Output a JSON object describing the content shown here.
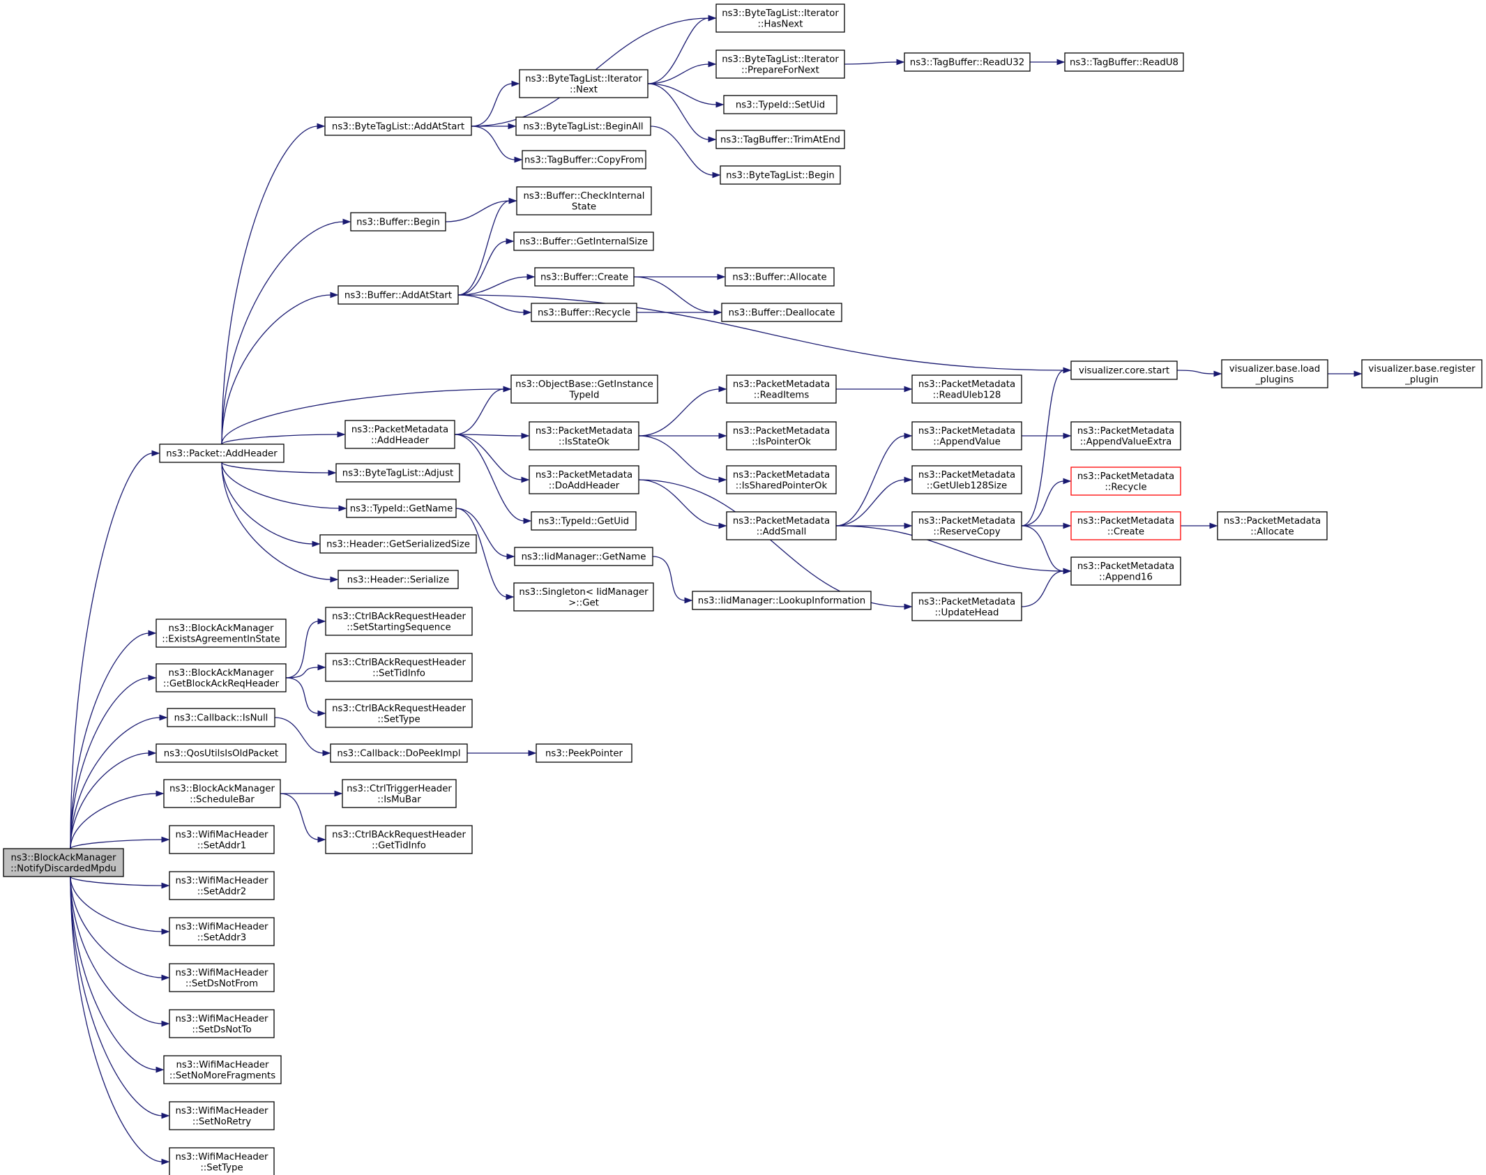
{
  "diagram": {
    "colors": {
      "edge": "#191970",
      "root_fill": "#bfbfbf",
      "border": "#000000",
      "truncated_border": "#ff0000"
    },
    "nodes": [
      {
        "id": "root",
        "lines": [
          "ns3::BlockAckManager",
          "::NotifyDiscardedMpdu"
        ],
        "kind": "root"
      },
      {
        "id": "addHeader",
        "lines": [
          "ns3::Packet::AddHeader"
        ]
      },
      {
        "id": "existsAgreement",
        "lines": [
          "ns3::BlockAckManager",
          "::ExistsAgreementInState"
        ]
      },
      {
        "id": "getBarHeader",
        "lines": [
          "ns3::BlockAckManager",
          "::GetBlockAckReqHeader"
        ]
      },
      {
        "id": "cbIsNull",
        "lines": [
          "ns3::Callback::IsNull"
        ]
      },
      {
        "id": "qosOld",
        "lines": [
          "ns3::QosUtilsIsOldPacket"
        ]
      },
      {
        "id": "scheduleBar",
        "lines": [
          "ns3::BlockAckManager",
          "::ScheduleBar"
        ]
      },
      {
        "id": "setAddr1",
        "lines": [
          "ns3::WifiMacHeader",
          "::SetAddr1"
        ]
      },
      {
        "id": "setAddr2",
        "lines": [
          "ns3::WifiMacHeader",
          "::SetAddr2"
        ]
      },
      {
        "id": "setAddr3",
        "lines": [
          "ns3::WifiMacHeader",
          "::SetAddr3"
        ]
      },
      {
        "id": "setDsNotFrom",
        "lines": [
          "ns3::WifiMacHeader",
          "::SetDsNotFrom"
        ]
      },
      {
        "id": "setDsNotTo",
        "lines": [
          "ns3::WifiMacHeader",
          "::SetDsNotTo"
        ]
      },
      {
        "id": "setNoMoreFrag",
        "lines": [
          "ns3::WifiMacHeader",
          "::SetNoMoreFragments"
        ]
      },
      {
        "id": "setNoRetry",
        "lines": [
          "ns3::WifiMacHeader",
          "::SetNoRetry"
        ]
      },
      {
        "id": "setType",
        "lines": [
          "ns3::WifiMacHeader",
          "::SetType"
        ]
      },
      {
        "id": "btlAddAtStart",
        "lines": [
          "ns3::ByteTagList::AddAtStart"
        ]
      },
      {
        "id": "bufBegin",
        "lines": [
          "ns3::Buffer::Begin"
        ]
      },
      {
        "id": "bufAddAtStart",
        "lines": [
          "ns3::Buffer::AddAtStart"
        ]
      },
      {
        "id": "pmAddHeader",
        "lines": [
          "ns3::PacketMetadata",
          "::AddHeader"
        ]
      },
      {
        "id": "btlAdjust",
        "lines": [
          "ns3::ByteTagList::Adjust"
        ]
      },
      {
        "id": "typeIdGetName",
        "lines": [
          "ns3::TypeId::GetName"
        ]
      },
      {
        "id": "hdrGetSerSize",
        "lines": [
          "ns3::Header::GetSerializedSize"
        ]
      },
      {
        "id": "hdrSerialize",
        "lines": [
          "ns3::Header::Serialize"
        ]
      },
      {
        "id": "ctrlSetStartSeq",
        "lines": [
          "ns3::CtrlBAckRequestHeader",
          "::SetStartingSequence"
        ]
      },
      {
        "id": "ctrlSetTidInfo",
        "lines": [
          "ns3::CtrlBAckRequestHeader",
          "::SetTidInfo"
        ]
      },
      {
        "id": "ctrlSetType",
        "lines": [
          "ns3::CtrlBAckRequestHeader",
          "::SetType"
        ]
      },
      {
        "id": "cbDoPeek",
        "lines": [
          "ns3::Callback::DoPeekImpl"
        ]
      },
      {
        "id": "trigIsMuBar",
        "lines": [
          "ns3::CtrlTriggerHeader",
          "::IsMuBar"
        ]
      },
      {
        "id": "ctrlGetTidInfo",
        "lines": [
          "ns3::CtrlBAckRequestHeader",
          "::GetTidInfo"
        ]
      },
      {
        "id": "btlIterNext",
        "lines": [
          "ns3::ByteTagList::Iterator",
          "::Next"
        ]
      },
      {
        "id": "btlBeginAll",
        "lines": [
          "ns3::ByteTagList::BeginAll"
        ]
      },
      {
        "id": "tbCopyFrom",
        "lines": [
          "ns3::TagBuffer::CopyFrom"
        ]
      },
      {
        "id": "bufCheckInternal",
        "lines": [
          "ns3::Buffer::CheckInternal",
          "State"
        ]
      },
      {
        "id": "bufGetInternalSize",
        "lines": [
          "ns3::Buffer::GetInternalSize"
        ]
      },
      {
        "id": "bufCreate",
        "lines": [
          "ns3::Buffer::Create"
        ]
      },
      {
        "id": "bufRecycle",
        "lines": [
          "ns3::Buffer::Recycle"
        ]
      },
      {
        "id": "objGetInstTypeId",
        "lines": [
          "ns3::ObjectBase::GetInstance",
          "TypeId"
        ]
      },
      {
        "id": "pmIsStateOk",
        "lines": [
          "ns3::PacketMetadata",
          "::IsStateOk"
        ]
      },
      {
        "id": "pmDoAddHeader",
        "lines": [
          "ns3::PacketMetadata",
          "::DoAddHeader"
        ]
      },
      {
        "id": "typeIdGetUid",
        "lines": [
          "ns3::TypeId::GetUid"
        ]
      },
      {
        "id": "iidGetName",
        "lines": [
          "ns3::IidManager::GetName"
        ]
      },
      {
        "id": "singletonGet",
        "lines": [
          "ns3::Singleton< IidManager",
          ">::Get"
        ]
      },
      {
        "id": "peekPointer",
        "lines": [
          "ns3::PeekPointer"
        ]
      },
      {
        "id": "btlIterHasNext",
        "lines": [
          "ns3::ByteTagList::Iterator",
          "::HasNext"
        ]
      },
      {
        "id": "btlIterPrepare",
        "lines": [
          "ns3::ByteTagList::Iterator",
          "::PrepareForNext"
        ]
      },
      {
        "id": "typeIdSetUid",
        "lines": [
          "ns3::TypeId::SetUid"
        ]
      },
      {
        "id": "tbTrimAtEnd",
        "lines": [
          "ns3::TagBuffer::TrimAtEnd"
        ]
      },
      {
        "id": "btlBegin",
        "lines": [
          "ns3::ByteTagList::Begin"
        ]
      },
      {
        "id": "bufAllocate",
        "lines": [
          "ns3::Buffer::Allocate"
        ]
      },
      {
        "id": "bufDeallocate",
        "lines": [
          "ns3::Buffer::Deallocate"
        ]
      },
      {
        "id": "pmReadItems",
        "lines": [
          "ns3::PacketMetadata",
          "::ReadItems"
        ]
      },
      {
        "id": "pmIsPointerOk",
        "lines": [
          "ns3::PacketMetadata",
          "::IsPointerOk"
        ]
      },
      {
        "id": "pmIsSharedPtrOk",
        "lines": [
          "ns3::PacketMetadata",
          "::IsSharedPointerOk"
        ]
      },
      {
        "id": "pmAddSmall",
        "lines": [
          "ns3::PacketMetadata",
          "::AddSmall"
        ]
      },
      {
        "id": "iidLookupInfo",
        "lines": [
          "ns3::IidManager::LookupInformation"
        ]
      },
      {
        "id": "tbReadU32",
        "lines": [
          "ns3::TagBuffer::ReadU32"
        ]
      },
      {
        "id": "pmReadUleb128",
        "lines": [
          "ns3::PacketMetadata",
          "::ReadUleb128"
        ]
      },
      {
        "id": "pmAppendValue",
        "lines": [
          "ns3::PacketMetadata",
          "::AppendValue"
        ]
      },
      {
        "id": "pmGetUleb128Size",
        "lines": [
          "ns3::PacketMetadata",
          "::GetUleb128Size"
        ]
      },
      {
        "id": "pmReserveCopy",
        "lines": [
          "ns3::PacketMetadata",
          "::ReserveCopy"
        ]
      },
      {
        "id": "pmUpdateHead",
        "lines": [
          "ns3::PacketMetadata",
          "::UpdateHead"
        ]
      },
      {
        "id": "tbReadU8",
        "lines": [
          "ns3::TagBuffer::ReadU8"
        ]
      },
      {
        "id": "vizCoreStart",
        "lines": [
          "visualizer.core.start"
        ]
      },
      {
        "id": "pmAppendValueExtra",
        "lines": [
          "ns3::PacketMetadata",
          "::AppendValueExtra"
        ]
      },
      {
        "id": "pmRecycle",
        "lines": [
          "ns3::PacketMetadata",
          "::Recycle"
        ],
        "kind": "red"
      },
      {
        "id": "pmCreate",
        "lines": [
          "ns3::PacketMetadata",
          "::Create"
        ],
        "kind": "red"
      },
      {
        "id": "pmAppend16",
        "lines": [
          "ns3::PacketMetadata",
          "::Append16"
        ]
      },
      {
        "id": "vizLoadPlugins",
        "lines": [
          "visualizer.base.load",
          "_plugins"
        ]
      },
      {
        "id": "pmAllocate",
        "lines": [
          "ns3::PacketMetadata",
          "::Allocate"
        ]
      },
      {
        "id": "vizRegisterPlugin",
        "lines": [
          "visualizer.base.register",
          "_plugin"
        ]
      }
    ],
    "edges": [
      [
        "root",
        "addHeader"
      ],
      [
        "root",
        "existsAgreement"
      ],
      [
        "root",
        "getBarHeader"
      ],
      [
        "root",
        "cbIsNull"
      ],
      [
        "root",
        "qosOld"
      ],
      [
        "root",
        "scheduleBar"
      ],
      [
        "root",
        "setAddr1"
      ],
      [
        "root",
        "setAddr2"
      ],
      [
        "root",
        "setAddr3"
      ],
      [
        "root",
        "setDsNotFrom"
      ],
      [
        "root",
        "setDsNotTo"
      ],
      [
        "root",
        "setNoMoreFrag"
      ],
      [
        "root",
        "setNoRetry"
      ],
      [
        "root",
        "setType"
      ],
      [
        "addHeader",
        "btlAddAtStart"
      ],
      [
        "addHeader",
        "bufBegin"
      ],
      [
        "addHeader",
        "bufAddAtStart"
      ],
      [
        "addHeader",
        "objGetInstTypeId"
      ],
      [
        "addHeader",
        "pmAddHeader"
      ],
      [
        "addHeader",
        "btlAdjust"
      ],
      [
        "addHeader",
        "typeIdGetName"
      ],
      [
        "addHeader",
        "hdrGetSerSize"
      ],
      [
        "addHeader",
        "hdrSerialize"
      ],
      [
        "getBarHeader",
        "ctrlSetStartSeq"
      ],
      [
        "getBarHeader",
        "ctrlSetTidInfo"
      ],
      [
        "getBarHeader",
        "ctrlSetType"
      ],
      [
        "cbIsNull",
        "cbDoPeek"
      ],
      [
        "cbDoPeek",
        "peekPointer"
      ],
      [
        "scheduleBar",
        "trigIsMuBar"
      ],
      [
        "scheduleBar",
        "ctrlGetTidInfo"
      ],
      [
        "btlAddAtStart",
        "btlIterHasNext"
      ],
      [
        "btlAddAtStart",
        "btlIterNext"
      ],
      [
        "btlAddAtStart",
        "btlBeginAll"
      ],
      [
        "btlAddAtStart",
        "tbCopyFrom"
      ],
      [
        "btlIterNext",
        "btlIterHasNext"
      ],
      [
        "btlIterNext",
        "btlIterPrepare"
      ],
      [
        "btlIterNext",
        "typeIdSetUid"
      ],
      [
        "btlIterNext",
        "tbTrimAtEnd"
      ],
      [
        "btlIterPrepare",
        "tbReadU32"
      ],
      [
        "tbReadU32",
        "tbReadU8"
      ],
      [
        "btlBeginAll",
        "btlBegin"
      ],
      [
        "bufBegin",
        "bufCheckInternal"
      ],
      [
        "bufAddAtStart",
        "bufCheckInternal"
      ],
      [
        "bufAddAtStart",
        "bufGetInternalSize"
      ],
      [
        "bufAddAtStart",
        "bufCreate"
      ],
      [
        "bufAddAtStart",
        "bufRecycle"
      ],
      [
        "bufAddAtStart",
        "vizCoreStart"
      ],
      [
        "bufCreate",
        "bufAllocate"
      ],
      [
        "bufCreate",
        "bufDeallocate"
      ],
      [
        "bufRecycle",
        "bufDeallocate"
      ],
      [
        "pmAddHeader",
        "objGetInstTypeId"
      ],
      [
        "pmAddHeader",
        "pmIsStateOk"
      ],
      [
        "pmAddHeader",
        "pmDoAddHeader"
      ],
      [
        "pmAddHeader",
        "typeIdGetUid"
      ],
      [
        "pmIsStateOk",
        "pmReadItems"
      ],
      [
        "pmIsStateOk",
        "pmIsPointerOk"
      ],
      [
        "pmIsStateOk",
        "pmIsSharedPtrOk"
      ],
      [
        "pmReadItems",
        "pmReadUleb128"
      ],
      [
        "pmDoAddHeader",
        "pmAddSmall"
      ],
      [
        "pmDoAddHeader",
        "pmUpdateHead"
      ],
      [
        "pmAddSmall",
        "pmAppendValue"
      ],
      [
        "pmAddSmall",
        "pmGetUleb128Size"
      ],
      [
        "pmAddSmall",
        "pmReserveCopy"
      ],
      [
        "pmAddSmall",
        "pmAppend16"
      ],
      [
        "pmAppendValue",
        "pmAppendValueExtra"
      ],
      [
        "pmReserveCopy",
        "vizCoreStart"
      ],
      [
        "pmReserveCopy",
        "pmRecycle"
      ],
      [
        "pmReserveCopy",
        "pmCreate"
      ],
      [
        "pmReserveCopy",
        "pmAppend16"
      ],
      [
        "pmCreate",
        "pmAllocate"
      ],
      [
        "pmUpdateHead",
        "pmAppend16"
      ],
      [
        "vizCoreStart",
        "vizLoadPlugins"
      ],
      [
        "vizLoadPlugins",
        "vizRegisterPlugin"
      ],
      [
        "typeIdGetName",
        "iidGetName"
      ],
      [
        "typeIdGetName",
        "singletonGet"
      ],
      [
        "iidGetName",
        "iidLookupInfo"
      ]
    ]
  }
}
